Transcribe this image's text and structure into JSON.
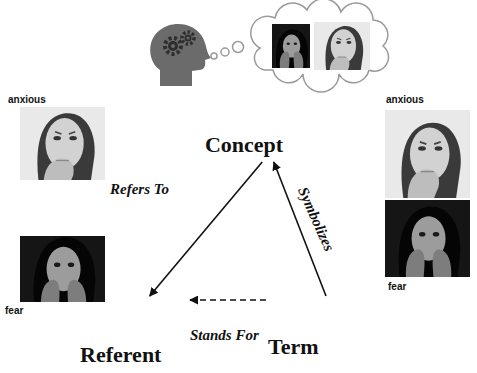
{
  "diagram": {
    "nodes": [
      {
        "text": [
          "Concept"
        ]
      },
      {
        "text": [
          "Referent"
        ]
      },
      {
        "text": [
          "Term"
        ]
      }
    ],
    "edges": [
      {
        "from": 0,
        "to": 1,
        "label": "Refers To",
        "arrow": "to"
      },
      {
        "from": 2,
        "to": 0,
        "label": "Symbolizes",
        "arrow": "to"
      },
      {
        "from": 2,
        "to": 1,
        "label": "Stands For",
        "arrow": "to"
      }
    ],
    "labels": [
      "anxious",
      "fear",
      "anxious",
      "fear"
    ]
  }
}
